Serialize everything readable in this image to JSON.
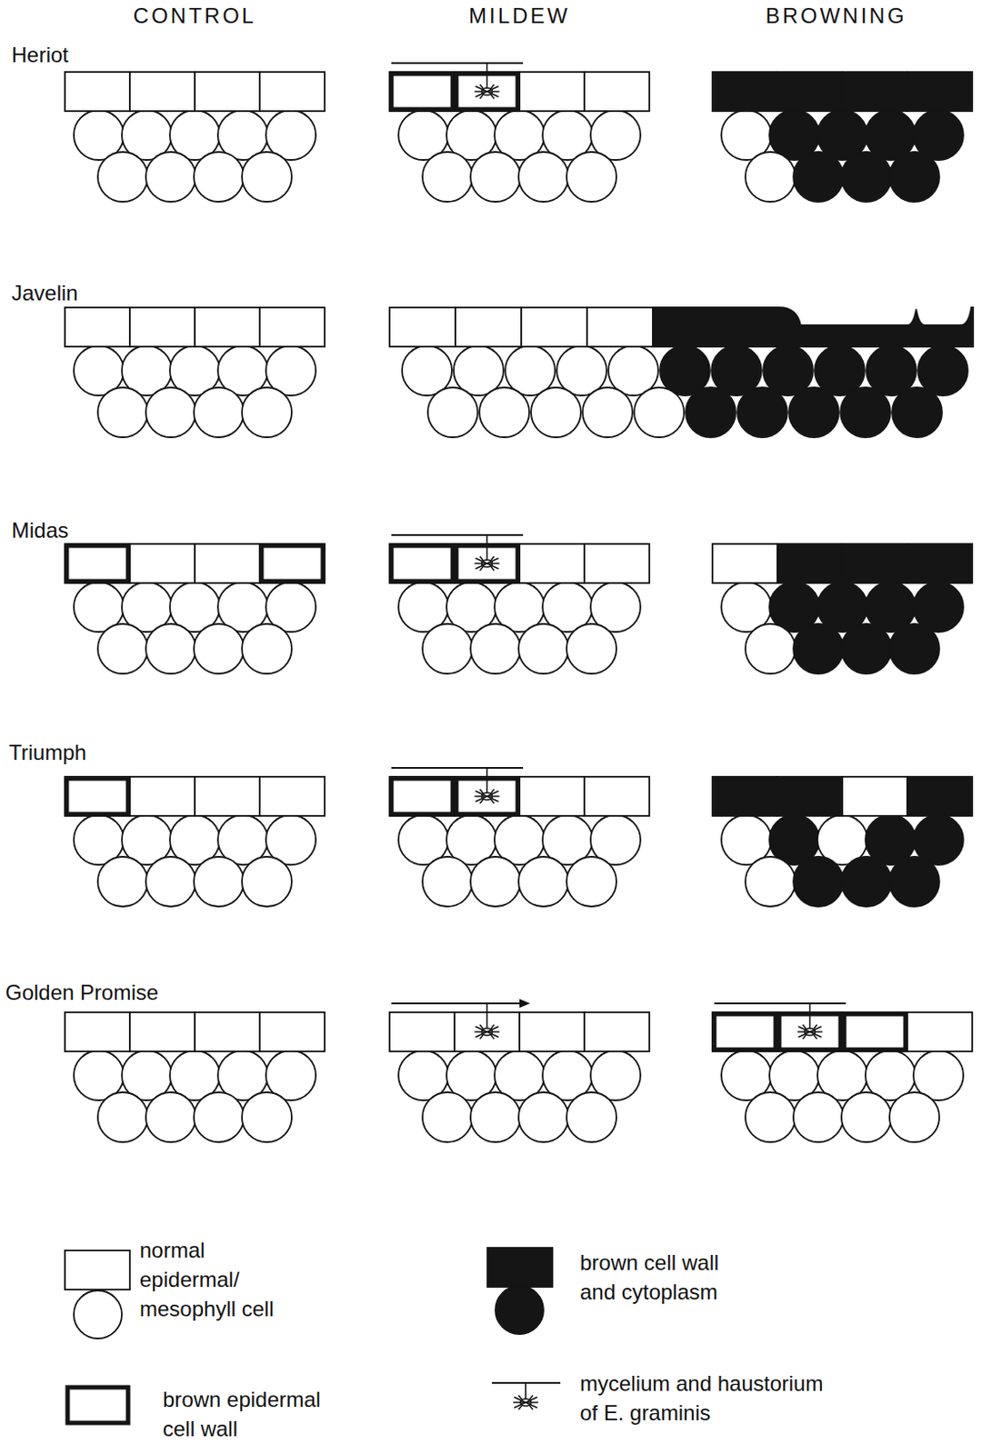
{
  "diagram": {
    "labels": [
      "CONTROL",
      "MILDEW",
      "BROWNING",
      "Heriot",
      "Javelin",
      "Midas",
      "Triumph",
      "Golden Promise"
    ],
    "legend": [
      {
        "text": "normal epidermal/ mesophyll cell"
      },
      {
        "text": "brown cell wall and cytoplasm"
      },
      {
        "text": "brown epidermal cell wall"
      },
      {
        "text": "mycelium and haustorium of E. graminis"
      }
    ]
  }
}
